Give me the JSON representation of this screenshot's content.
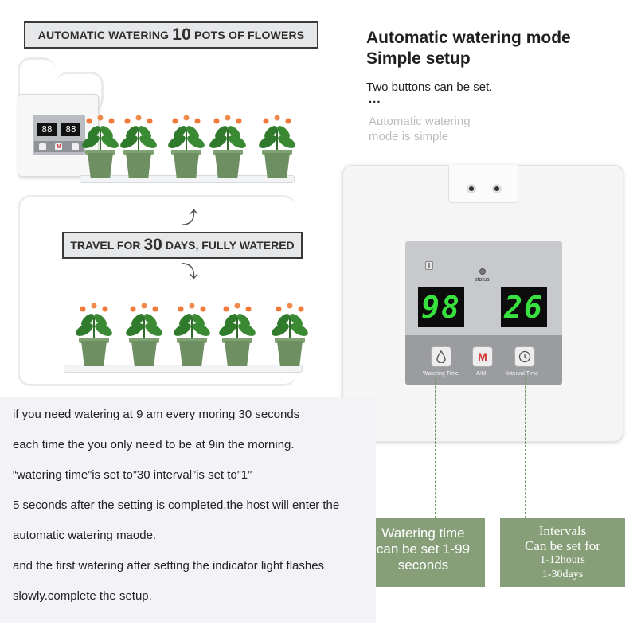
{
  "banner_top": {
    "pre": "AUTOMATIC WATERING",
    "num": "10",
    "post": "POTS OF FLOWERS"
  },
  "banner_mid": {
    "pre": "TRAVEL FOR",
    "num": "30",
    "post": "DAYS, FULLY WATERED"
  },
  "heading": {
    "title_line1": "Automatic watering mode",
    "title_line2": "Simple setup",
    "sub": "Two buttons can be set.",
    "dots": "...",
    "faint_line1": "Automatic watering",
    "faint_line2": "mode is simple"
  },
  "device": {
    "status_label": "status",
    "display_left": "98",
    "display_right": "26",
    "mode_button": "M",
    "labels": [
      "Watering Time",
      "A/M",
      "Interval Time"
    ],
    "mini_left": "88",
    "mini_right": "88",
    "mini_mode": "M",
    "icons": [
      "drop-icon",
      "clock-icon",
      "refresh-arrows-icon"
    ]
  },
  "green_box_watering": {
    "line1": "Watering time",
    "line2": "can be set 1-99",
    "line3": "seconds"
  },
  "green_box_interval": {
    "line1": "Intervals",
    "line2": "Can be set for",
    "line3": "1-12hours",
    "line4": "1-30days"
  },
  "instructions": [
    "if you need watering at 9 am every moring 30 seconds",
    "each time the you only need to be at 9in the morning.",
    "“watering time”is set to”30 interval”is set to”1”",
    "5 seconds after the setting is completed,the host will enter the",
    "automatic watering maode.",
    "and the first watering after setting the indicator light flashes",
    "slowly.complete the setup."
  ],
  "colors": {
    "green_box": "#869f78",
    "digits": "#37e23f",
    "mode_red": "#d12a2a",
    "text_panel": "#f2f2f7"
  }
}
